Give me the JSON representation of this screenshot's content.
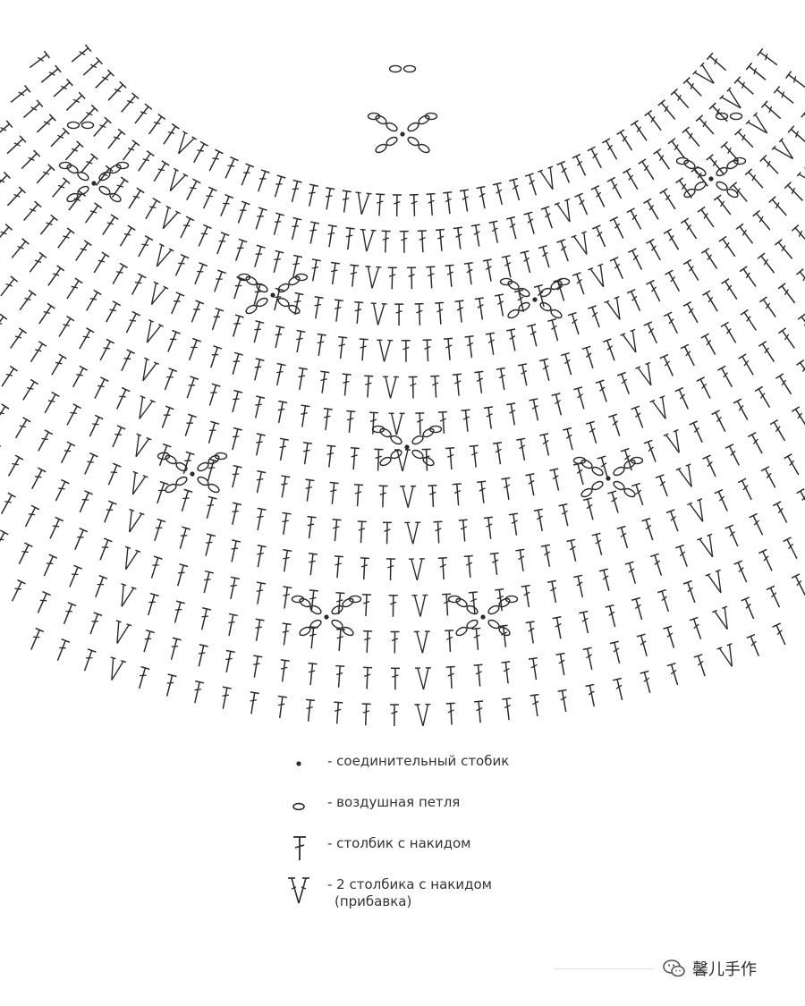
{
  "legend": [
    {
      "symbol": "slip-stitch",
      "text": "- соединительный стобик",
      "text2": ""
    },
    {
      "symbol": "chain",
      "text": "- воздушная петля",
      "text2": ""
    },
    {
      "symbol": "double-crochet",
      "text": "- столбик с накидом",
      "text2": ""
    },
    {
      "symbol": "increase",
      "text": "- 2 столбика с накидом",
      "text2": "(прибавка)"
    }
  ],
  "watermark": {
    "text": "馨儿手作",
    "icon": "wechat-icon"
  },
  "colors": {
    "ink": "#2b2b2b",
    "text": "#333333",
    "background": "#ffffff"
  }
}
